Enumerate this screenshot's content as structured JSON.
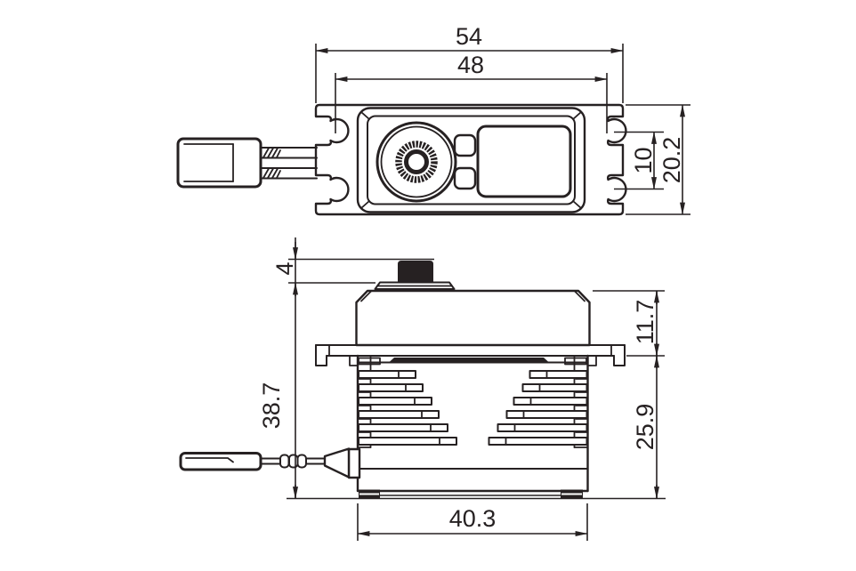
{
  "drawing": {
    "type": "technical-dimension-drawing",
    "subject": "servo two-view outline drawing",
    "line_color": "#262122",
    "background_color": "#ffffff",
    "top_view": {
      "dims": {
        "overall_width": "54",
        "mount_hole_span": "48",
        "hole_pitch": "10",
        "body_depth": "20.2"
      }
    },
    "side_view": {
      "dims": {
        "shaft_height": "4",
        "overall_height": "38.7",
        "upper_height": "11.7",
        "lower_height": "25.9",
        "body_length": "40.3"
      }
    }
  }
}
